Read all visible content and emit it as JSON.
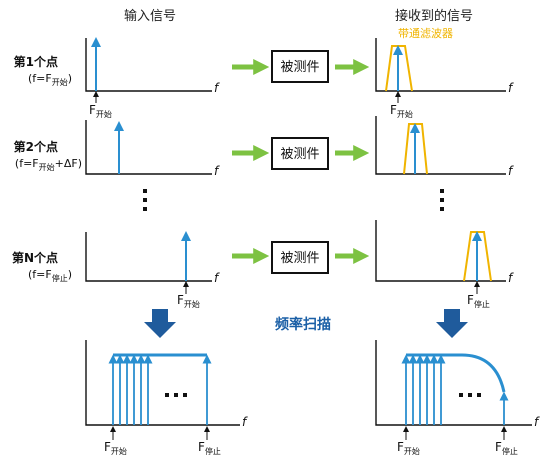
{
  "headers": {
    "input": "输入信号",
    "received": "接收到的信号"
  },
  "bandpass_label": "带通滤波器",
  "dut_label": "被测件",
  "sweep_label": "频率扫描",
  "axis_label": "f",
  "f_symbol": "F",
  "sub_start": "开始",
  "sub_stop": "停止",
  "rows": [
    {
      "title": "第1个点",
      "sub_prefix": "(f=F",
      "sub_index": "开始",
      "sub_suffix": ")"
    },
    {
      "title": "第2个点",
      "sub_prefix": "(f=F",
      "sub_index": "开始",
      "sub_suffix": "+ΔF)"
    },
    {
      "title": "第N个点",
      "sub_prefix": "(f=F",
      "sub_index": "停止",
      "sub_suffix": ")"
    }
  ],
  "ellipsis": "…",
  "colors": {
    "signal": "#2a8fd0",
    "filter": "#f0b400",
    "arrow": "#7dc242",
    "sweep_arrow": "#1f5b9c",
    "sweep_text": "#1a5fa6",
    "axis": "#111111"
  }
}
